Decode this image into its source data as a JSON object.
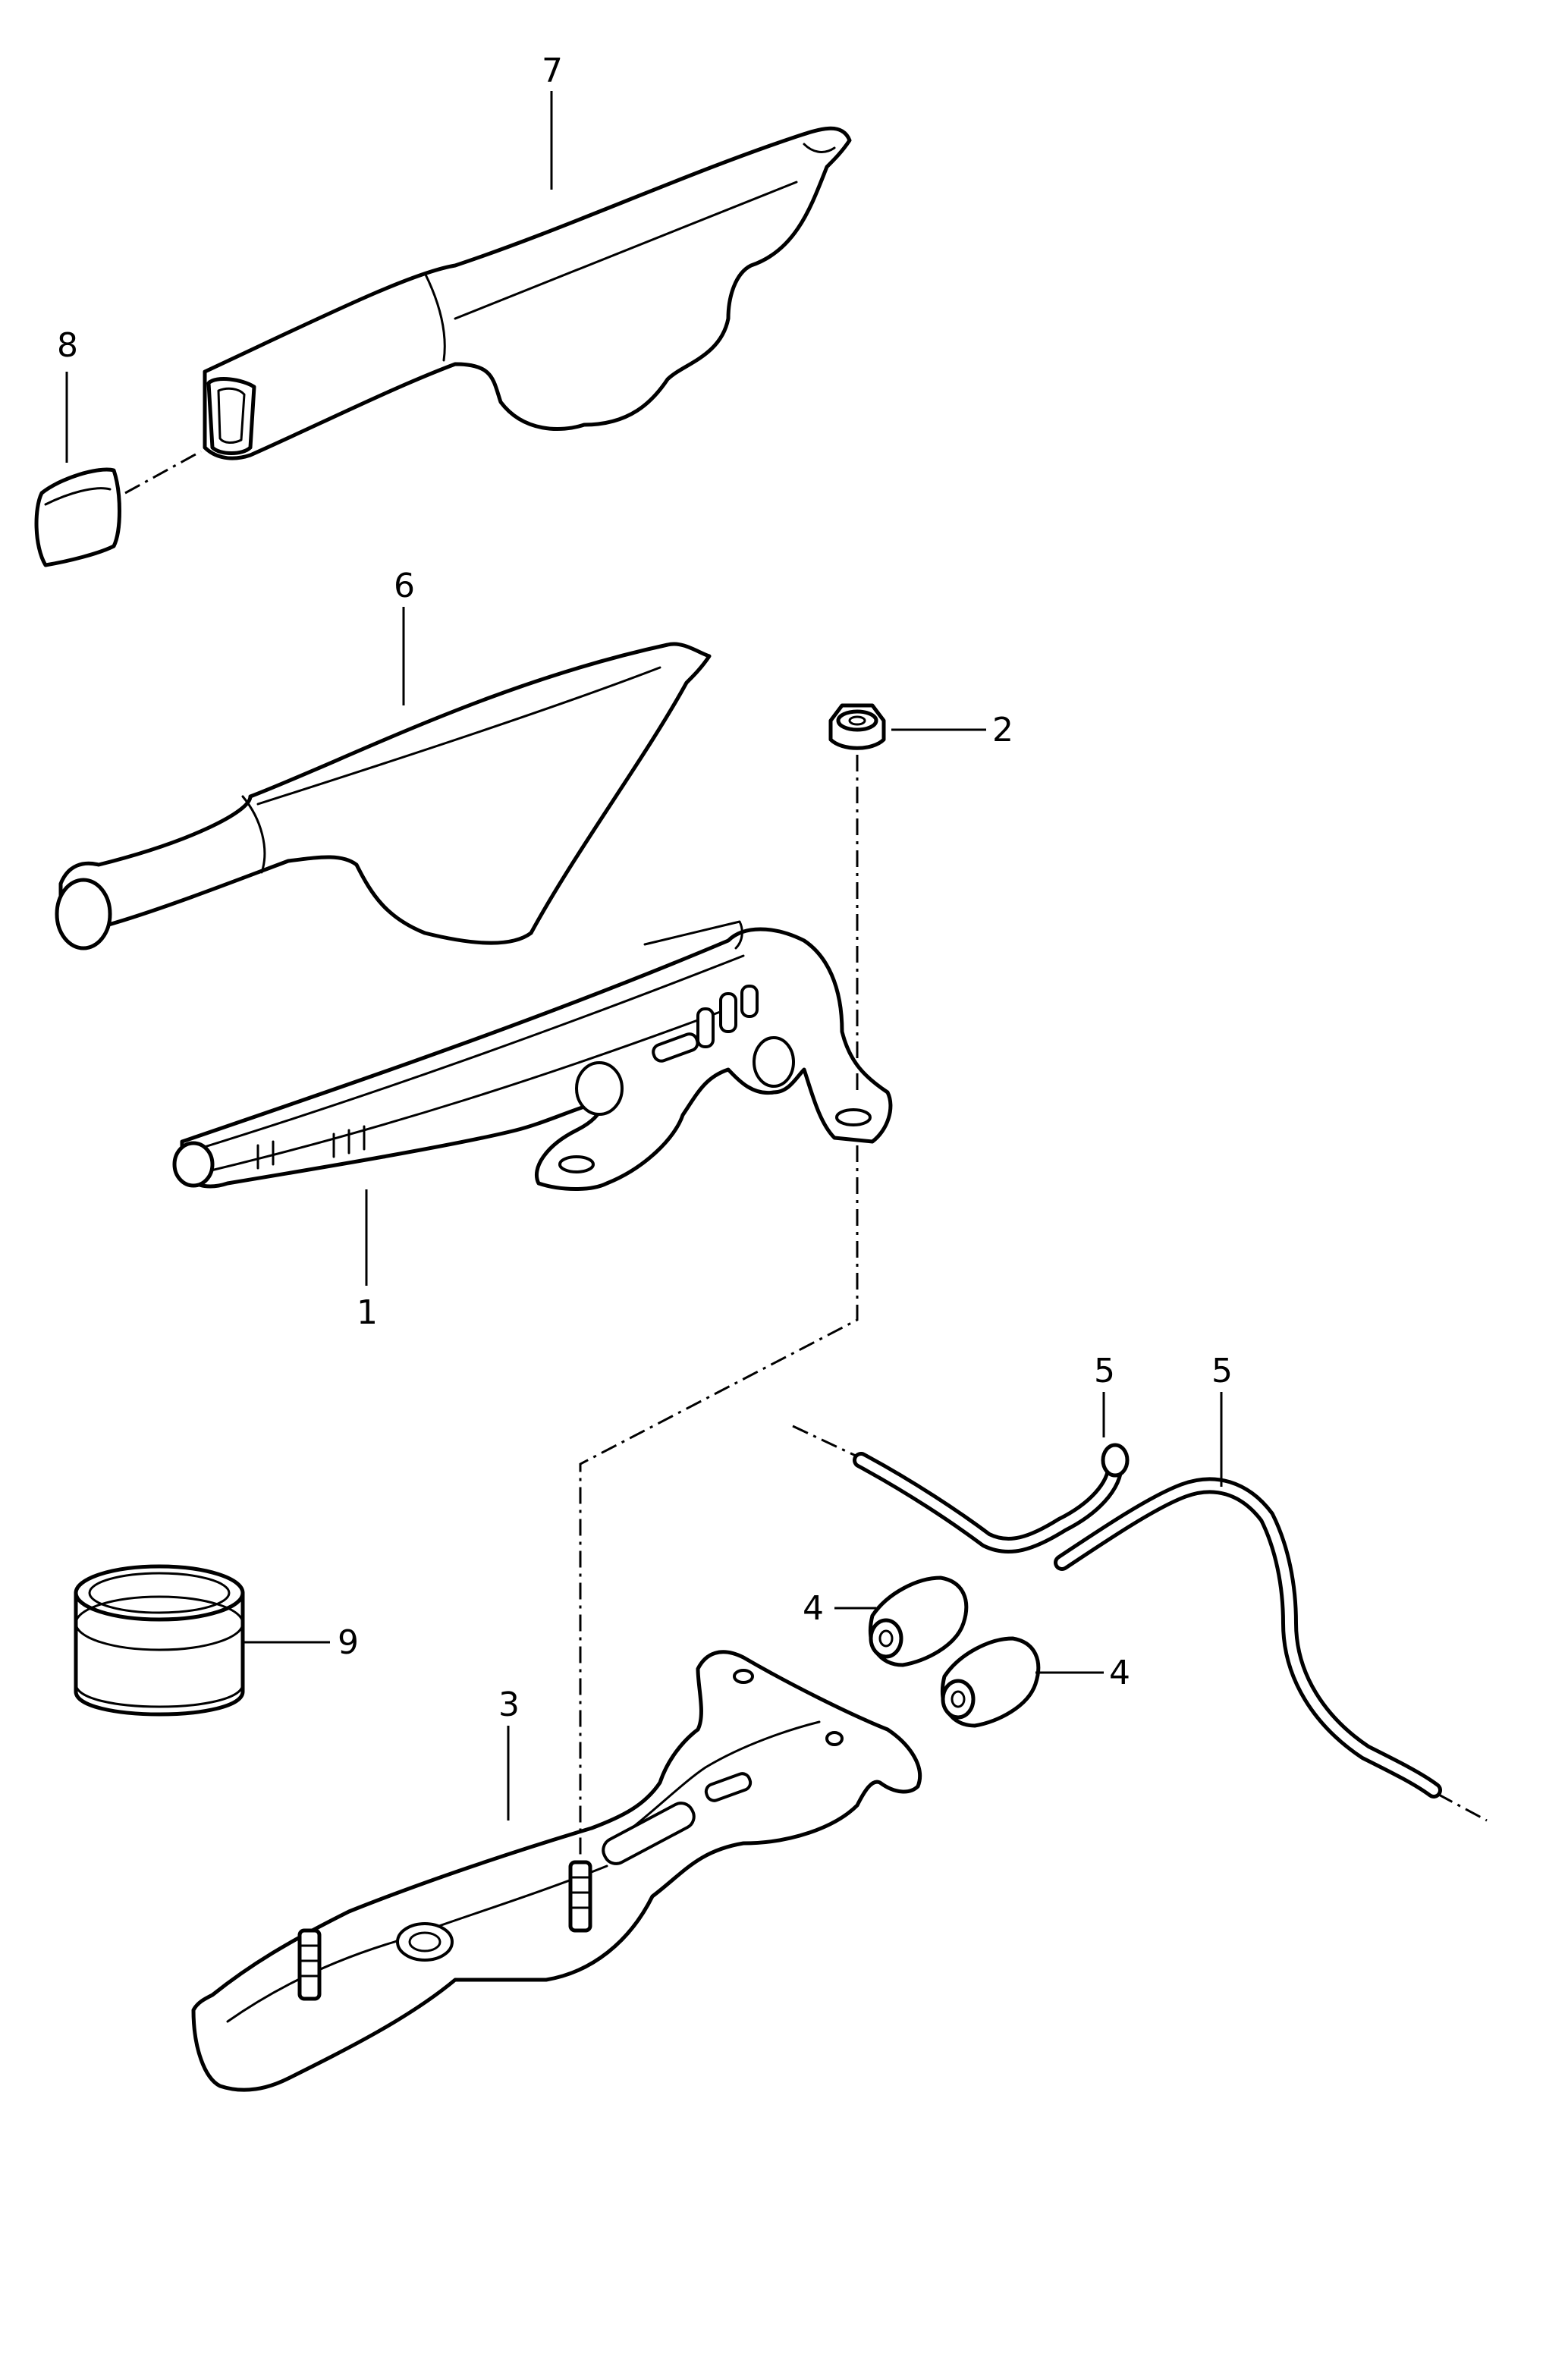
{
  "callouts": [
    {
      "id": "p1",
      "label": "1"
    },
    {
      "id": "p2",
      "label": "2"
    },
    {
      "id": "p3",
      "label": "3"
    },
    {
      "id": "p4a",
      "label": "4"
    },
    {
      "id": "p4b",
      "label": "4"
    },
    {
      "id": "p5a",
      "label": "5"
    },
    {
      "id": "p5b",
      "label": "5"
    },
    {
      "id": "p6",
      "label": "6"
    },
    {
      "id": "p7",
      "label": "7"
    },
    {
      "id": "p8",
      "label": "8"
    },
    {
      "id": "p9",
      "label": "9"
    }
  ]
}
